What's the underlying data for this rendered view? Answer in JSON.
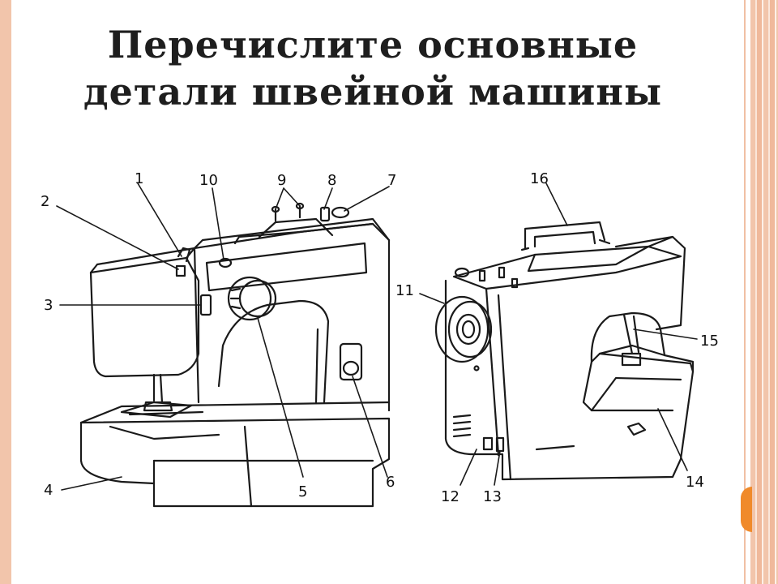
{
  "slide": {
    "title_line1": "Перечислите основные",
    "title_line2": "детали швейной машины"
  },
  "diagram": {
    "labels": [
      "1",
      "2",
      "3",
      "4",
      "5",
      "6",
      "7",
      "8",
      "9",
      "10",
      "11",
      "12",
      "13",
      "14",
      "15",
      "16"
    ]
  },
  "colors": {
    "frame": "#f2c5ab",
    "accent": "#f08a2a",
    "ink": "#1e1e1e"
  }
}
